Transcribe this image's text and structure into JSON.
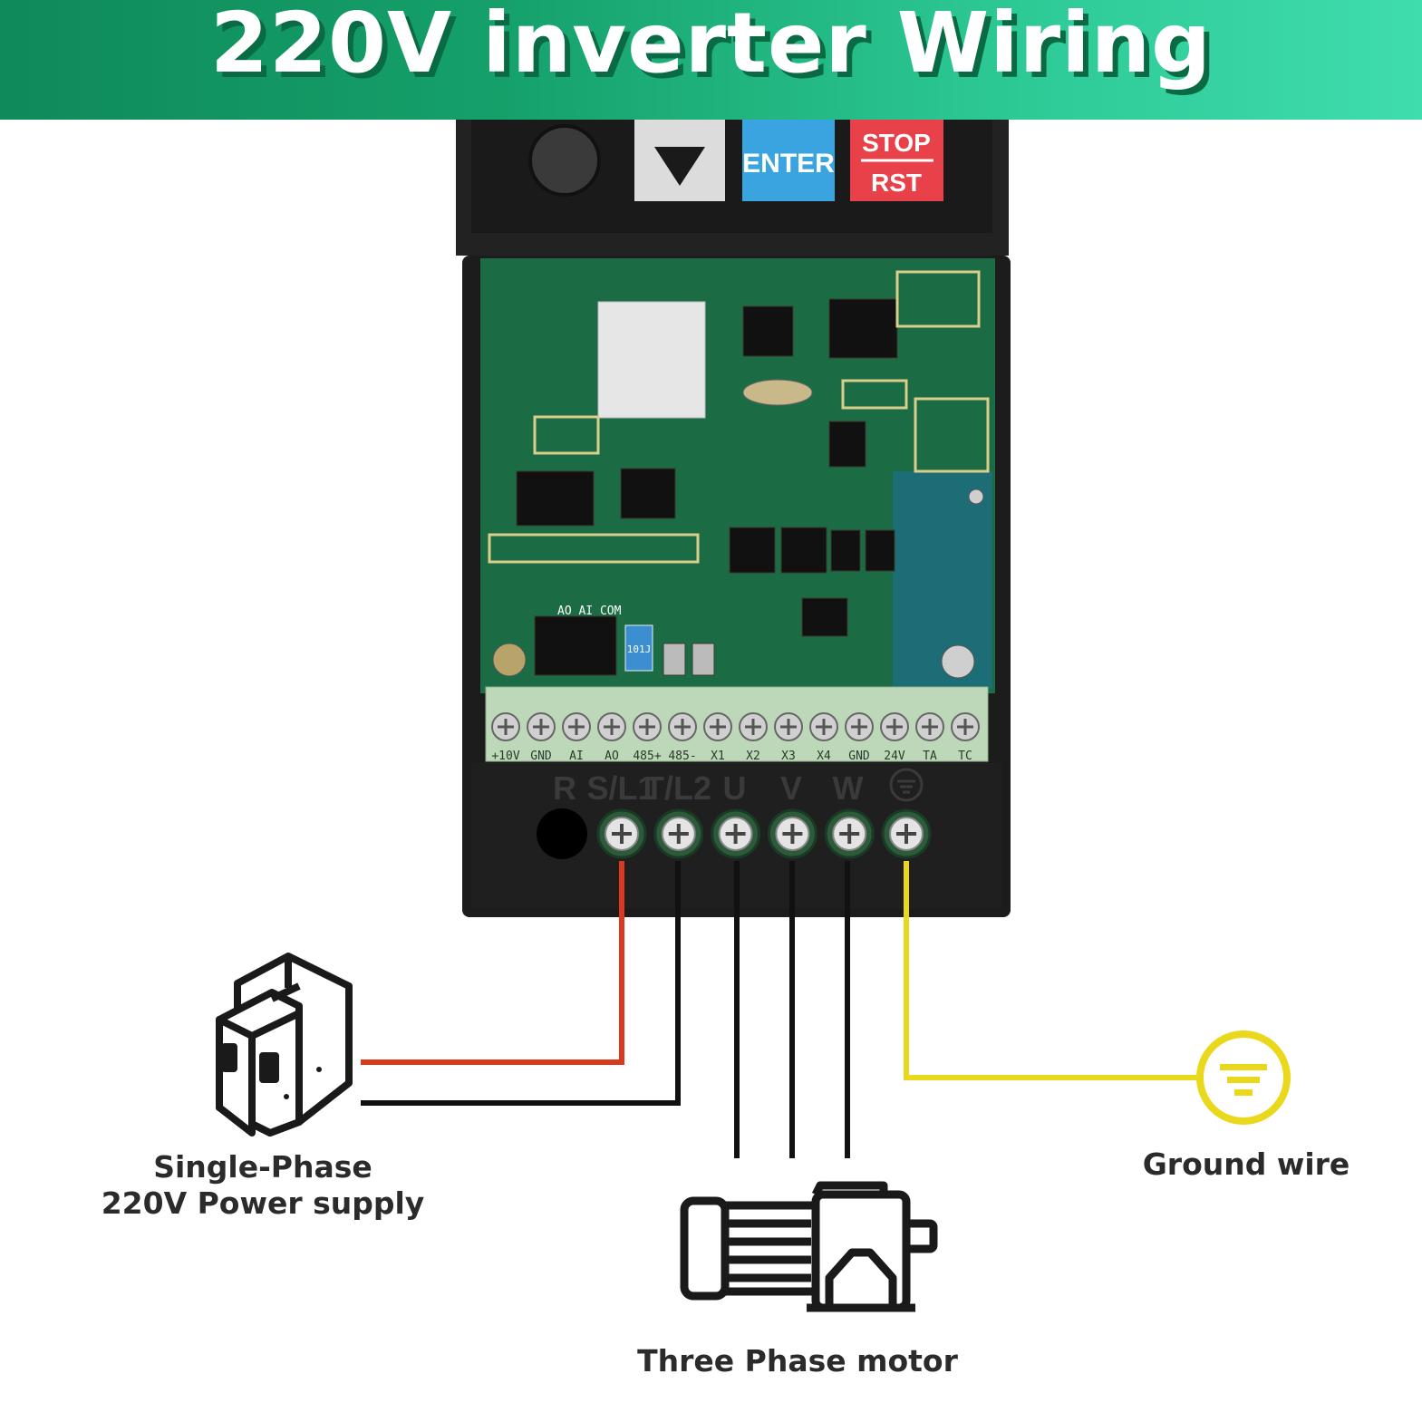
{
  "title": "220V inverter Wiring",
  "keypad": {
    "down_symbol": "▼",
    "enter_label": "ENTER",
    "stop_label": "STOP",
    "rst_label": "RST"
  },
  "control_terminals": [
    "+10V",
    "GND",
    "AI",
    "AO",
    "485+",
    "485-",
    "X1",
    "X2",
    "X3",
    "X4",
    "GND",
    "24V",
    "TA",
    "TC"
  ],
  "board_labels": {
    "aoaicom": "AO AI COM",
    "chip": "101J"
  },
  "power_terminals": [
    "R",
    "S/L1",
    "T/L2",
    "U",
    "V",
    "W"
  ],
  "supply": {
    "line1": "Single-Phase",
    "line2": "220V Power supply"
  },
  "motor": {
    "label": "Three Phase motor"
  },
  "ground": {
    "label": "Ground wire"
  },
  "colors": {
    "banner_start": "#0f8a5a",
    "banner_end": "#3fdcae",
    "live_wire": "#d93a1e",
    "neutral_wire": "#111111",
    "ground_wire": "#ead81c",
    "enter_key": "#3aa4e0",
    "stop_key": "#e8414a",
    "pcb": "#1b6b45"
  }
}
